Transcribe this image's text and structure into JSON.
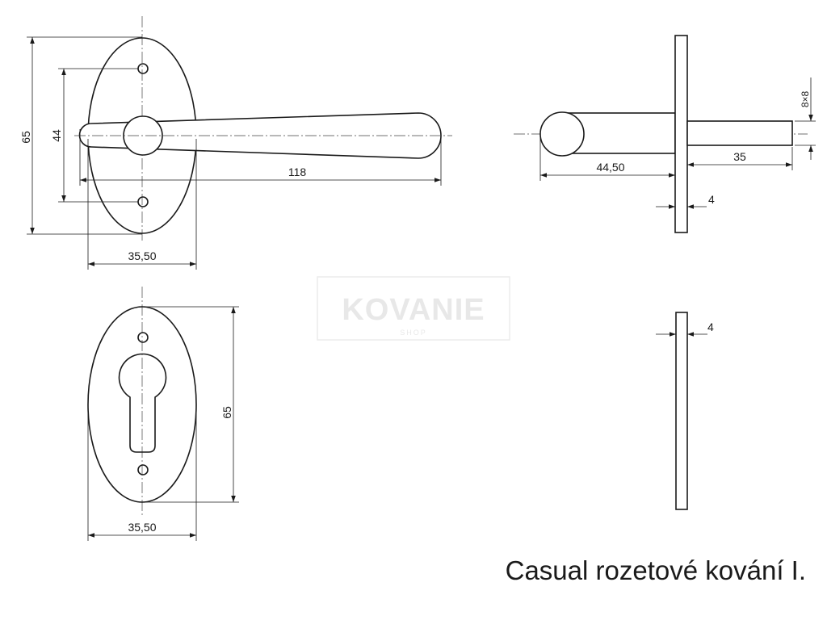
{
  "caption": "Casual rozetové kování I.",
  "watermark": {
    "brand": "KOVANIE",
    "sub": "SHOP"
  },
  "front_view": {
    "height": "65",
    "hole_spacing": "44",
    "lever_length": "118",
    "width": "35,50"
  },
  "side_view": {
    "spindle": "8×8",
    "spindle_length": "35",
    "offset": "44,50",
    "plate_thickness": "4"
  },
  "escutcheon_view": {
    "height": "65",
    "width": "35,50"
  },
  "escutcheon_side_view": {
    "plate_thickness": "4"
  },
  "colors": {
    "line": "#1a1a1a",
    "watermark": "#e8e8e8"
  }
}
